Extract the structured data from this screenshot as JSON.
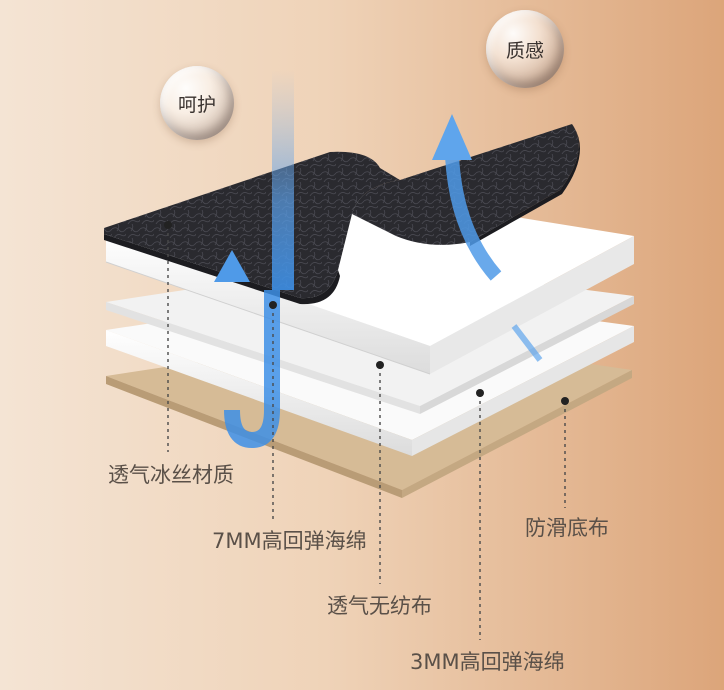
{
  "bubbles": {
    "left": "呵护",
    "right": "质感"
  },
  "labels": {
    "layer1": "透气冰丝材质",
    "layer2": "7MM高回弹海绵",
    "layer3": "透气无纺布",
    "layer4": "3MM高回弹海绵",
    "layer5": "防滑底布"
  },
  "colors": {
    "arrow_blue": "#3d8fe6",
    "leather_dark": "#26262b",
    "base_tan": "#d3b894",
    "foam_white": "#f7f7f7"
  }
}
